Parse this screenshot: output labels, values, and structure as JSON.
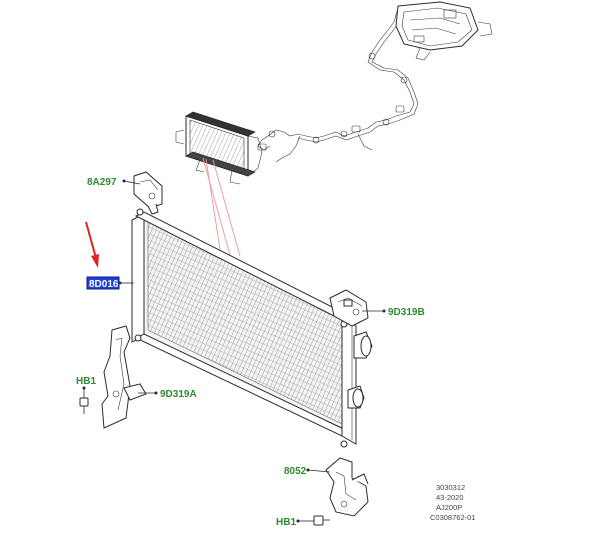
{
  "callouts": [
    {
      "id": "8a297",
      "text": "8A297"
    },
    {
      "id": "8d016",
      "text": "8D016",
      "highlighted": true
    },
    {
      "id": "9d319b",
      "text": "9D319B"
    },
    {
      "id": "hb1-left",
      "text": "HB1"
    },
    {
      "id": "9d319a",
      "text": "9D319A"
    },
    {
      "id": "8052",
      "text": "8052"
    },
    {
      "id": "hb1-bottom",
      "text": "HB1"
    }
  ],
  "reference": {
    "line1": "3030312",
    "line2": "43-2020",
    "line3": "AJ200P",
    "line4": "C0308762-01"
  },
  "colors": {
    "label_green": "#2e8b2e",
    "highlight_blue": "#1f3fd8",
    "arrow_red": "#e0241b",
    "guide_pink": "#e89a9a"
  }
}
